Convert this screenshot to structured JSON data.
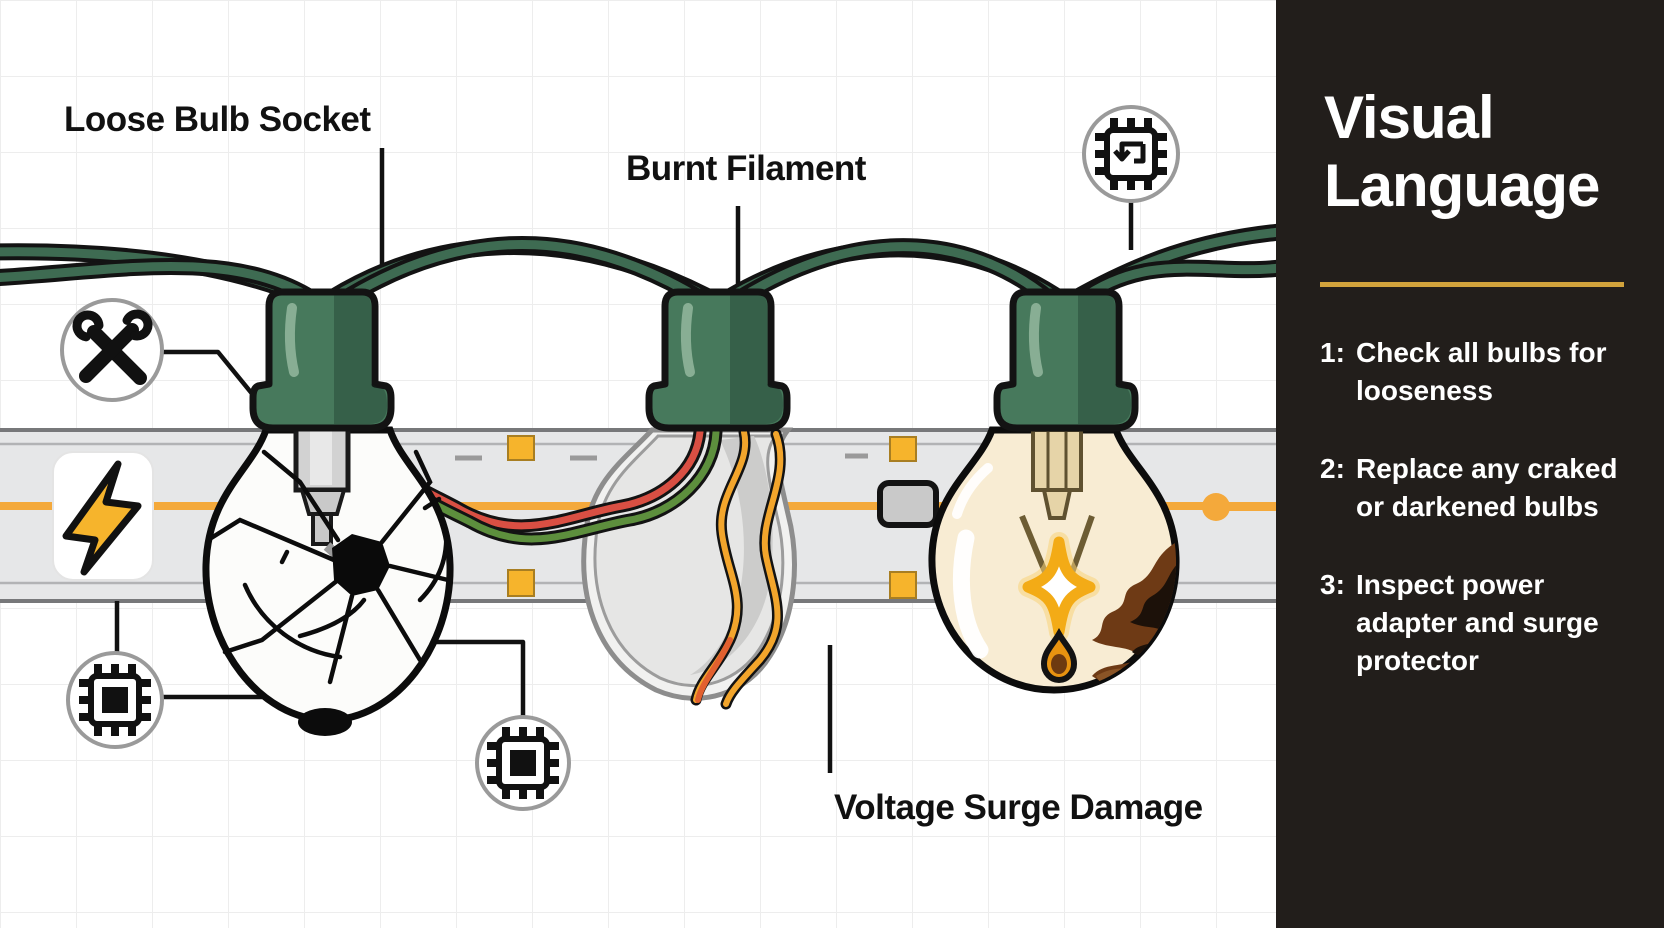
{
  "main": {
    "labels": {
      "loose_socket": "Loose Bulb Socket",
      "burnt_filament": "Burnt Filament",
      "voltage_surge": "Voltage Surge Damage"
    },
    "icons": [
      "tools-icon",
      "lightning-bolt-icon",
      "microchip-icon-left",
      "microchip-icon-bottom",
      "microchip-icon-top-right"
    ]
  },
  "sidebar": {
    "title": "Visual Language",
    "items": [
      {
        "num": "1:",
        "text": "Check all bulbs for looseness"
      },
      {
        "num": "2:",
        "text": "Replace any craked or darkened bulbs"
      },
      {
        "num": "3:",
        "text": "Inspect power adapter and surge protector"
      }
    ]
  },
  "colors": {
    "sidebar_bg": "#221E1B",
    "divider_gold": "#D2A33C",
    "text_white": "#FFFFFF",
    "label_black": "#111111",
    "wire_green": "#3E6B52",
    "socket_green": "#47795C",
    "band_gray": "#E6E7E8",
    "accent_orange": "#F4A93B",
    "pad_yellow": "#F6B42C",
    "wire_red": "#D94F43",
    "inner_wire_green": "#5D8F3D",
    "wire_yellow": "#F2A52C",
    "bulb_cream": "#F8ECD3",
    "burn_brown": "#6E3A15",
    "glow_yellow": "#F3AB16"
  }
}
